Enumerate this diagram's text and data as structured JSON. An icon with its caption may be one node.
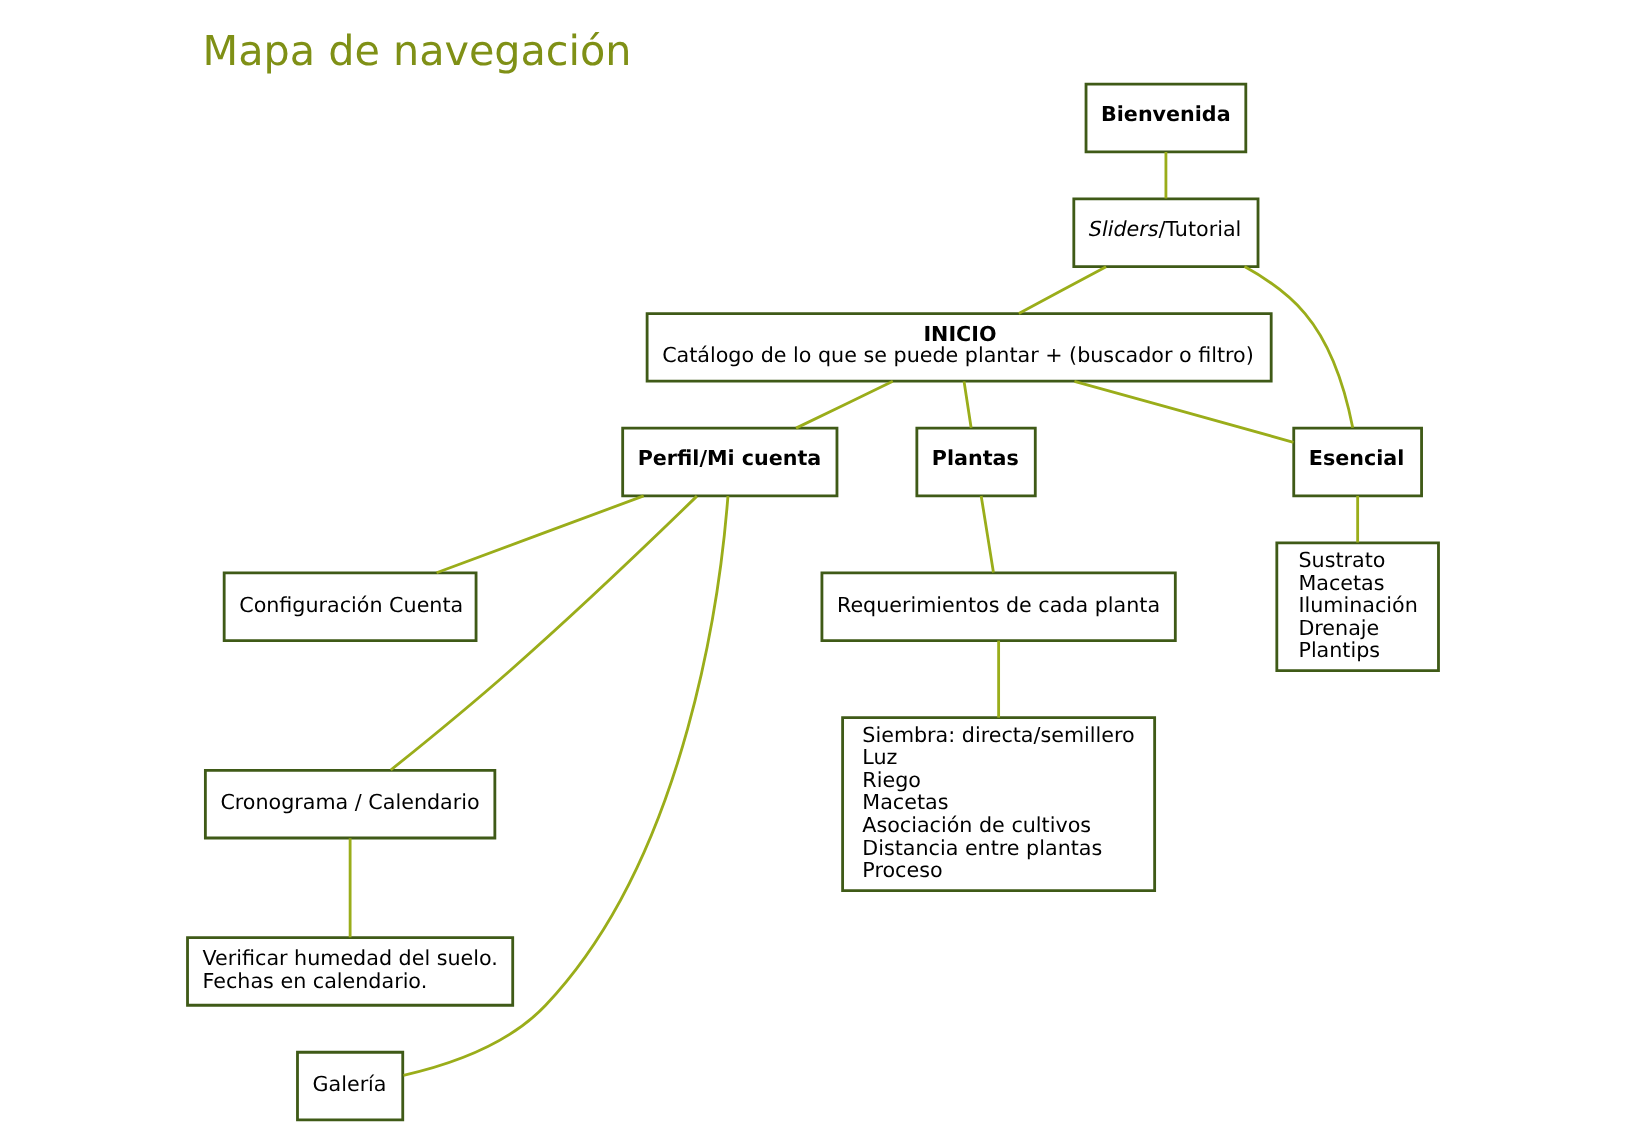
{
  "diagram": {
    "title": "Mapa de navegación",
    "nodes": [
      {
        "text": [
          "Bienvenida"
        ]
      },
      {
        "text": [
          "*Sliders*/Tutorial"
        ]
      },
      {
        "text": [
          "INICIO",
          "Catálogo de lo que se puede plantar + (buscador o filtro)"
        ]
      },
      {
        "text": [
          "Perfil/Mi cuenta"
        ]
      },
      {
        "text": [
          "Plantas"
        ]
      },
      {
        "text": [
          "Esencial"
        ]
      },
      {
        "text": [
          "Configuración Cuenta"
        ]
      },
      {
        "text": [
          "Cronograma / Calendario"
        ]
      },
      {
        "text": [
          "Verificar humedad del suelo.",
          "Fechas en calendario."
        ]
      },
      {
        "text": [
          "Galería"
        ]
      },
      {
        "text": [
          "Requerimientos de cada planta"
        ]
      },
      {
        "text": [
          "Siembra: directa/semillero",
          "Luz",
          "Riego",
          "Macetas",
          "Asociación de cultivos",
          "Distancia entre plantas",
          "Proceso"
        ]
      },
      {
        "text": [
          "Sustrato",
          "Macetas",
          "Iluminación",
          "Drenaje",
          "Plantips"
        ]
      }
    ],
    "edges": [
      {
        "from": 0,
        "to": 1,
        "arrow": "none"
      },
      {
        "from": 1,
        "to": 2,
        "arrow": "none"
      },
      {
        "from": 1,
        "to": 5,
        "arrow": "none"
      },
      {
        "from": 2,
        "to": 5,
        "arrow": "none"
      },
      {
        "from": 2,
        "to": 3,
        "arrow": "none"
      },
      {
        "from": 2,
        "to": 4,
        "arrow": "none"
      },
      {
        "from": 3,
        "to": 6,
        "arrow": "none"
      },
      {
        "from": 3,
        "to": 7,
        "arrow": "none"
      },
      {
        "from": 3,
        "to": 9,
        "arrow": "none"
      },
      {
        "from": 7,
        "to": 8,
        "arrow": "none"
      },
      {
        "from": 4,
        "to": 10,
        "arrow": "none"
      },
      {
        "from": 10,
        "to": 11,
        "arrow": "none"
      },
      {
        "from": 5,
        "to": 12,
        "arrow": "none"
      }
    ]
  }
}
